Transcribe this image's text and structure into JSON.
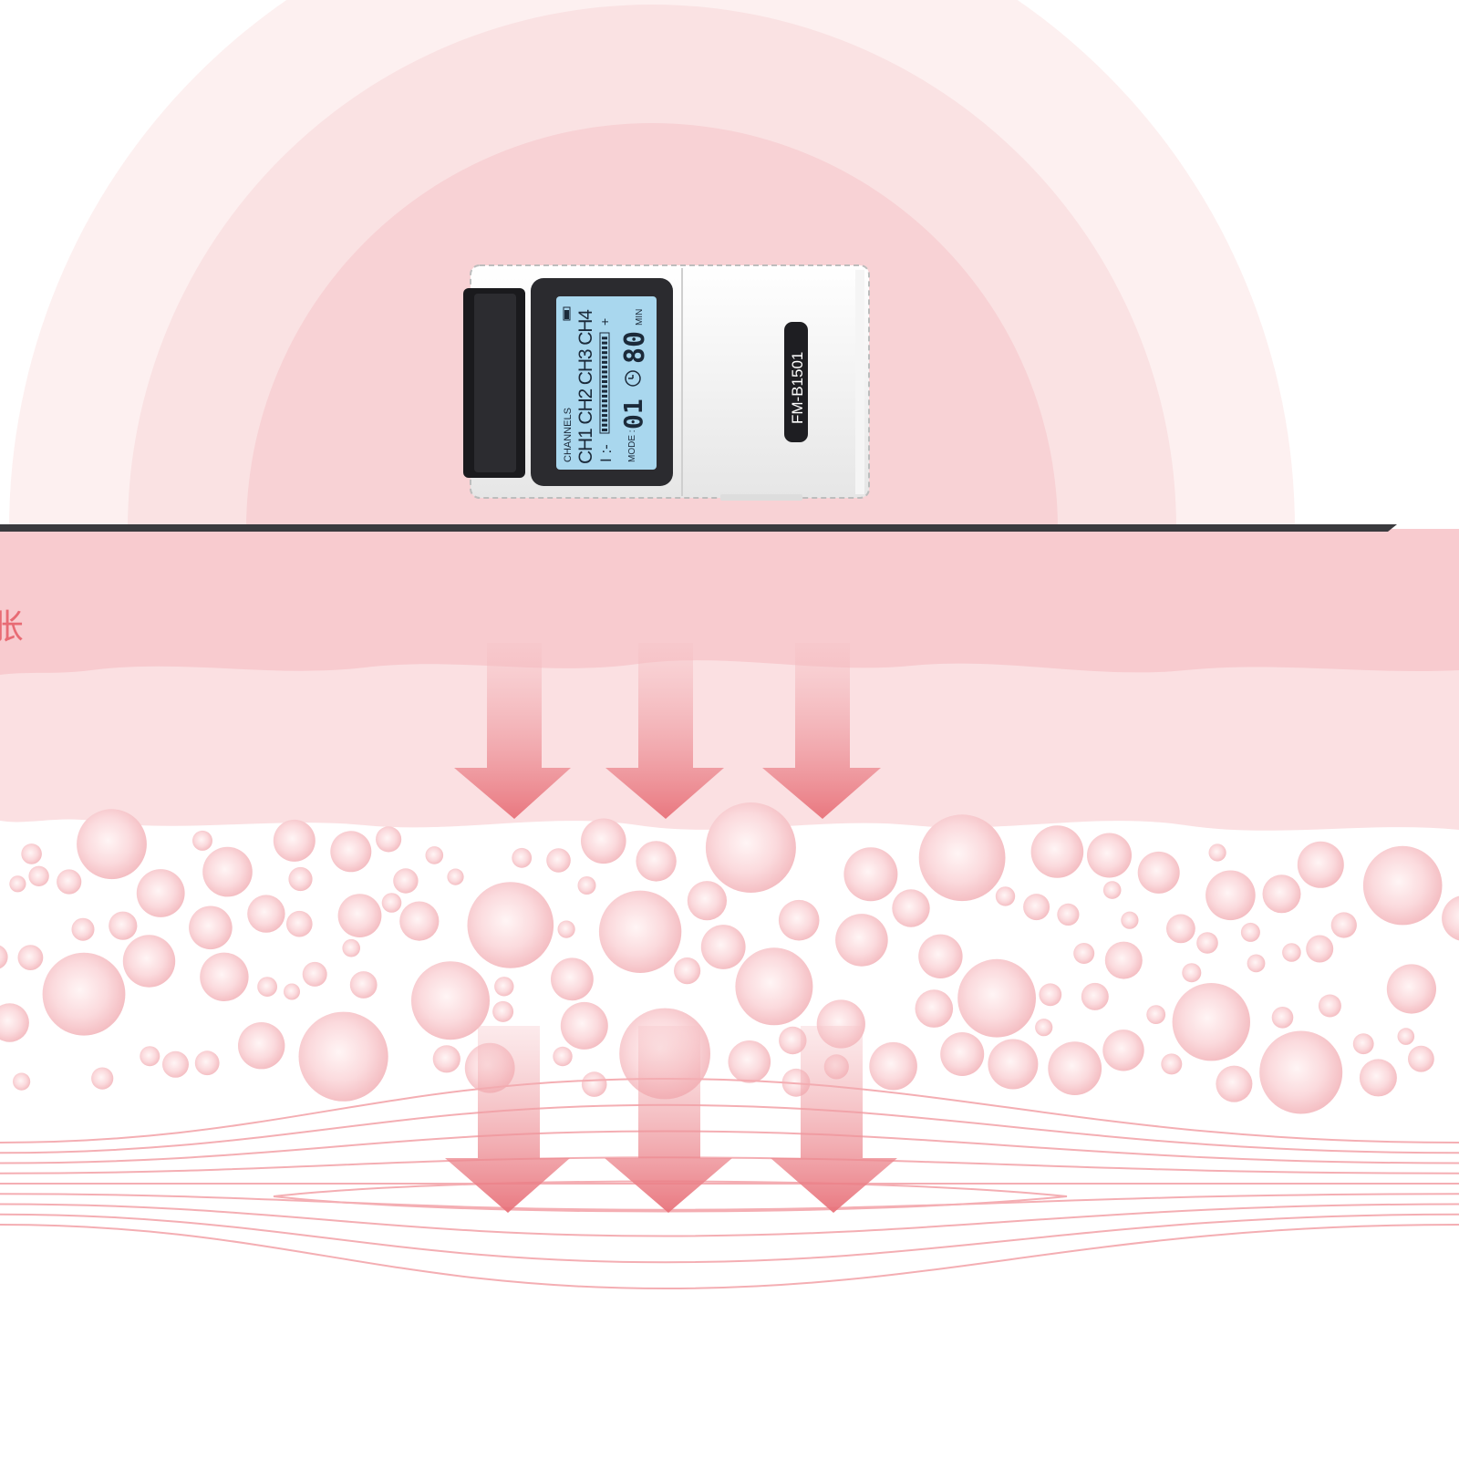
{
  "colors": {
    "halo_outer": "#fdf0f0",
    "halo_mid": "#fae2e3",
    "halo_inner": "#f8d2d5",
    "epidermis": "#f8cbcf",
    "dermis": "#fbe0e2",
    "fat_bubble": "#f7c8cb",
    "muscle_line": "#f4aeb3",
    "arrow": "#ea7a80",
    "pad_bar": "#3a3a3e",
    "lcd": "#a9d7ee",
    "bezel": "#2b2b2f",
    "body": "#eeeeee",
    "badge": "#1e1e22"
  },
  "device": {
    "model": "FM-B1501",
    "lcd": {
      "header": "CHANNELS",
      "channels": "CH1 CH2 CH3 CH4",
      "mode_label": "MODE :",
      "mode_value": "01",
      "timer_value": "80",
      "timer_unit": "MIN",
      "indicator": "I :-"
    }
  },
  "icons": {
    "timer": "clock-icon",
    "battery": "battery-icon",
    "plus": "plus-icon"
  },
  "side_mark": "胀"
}
